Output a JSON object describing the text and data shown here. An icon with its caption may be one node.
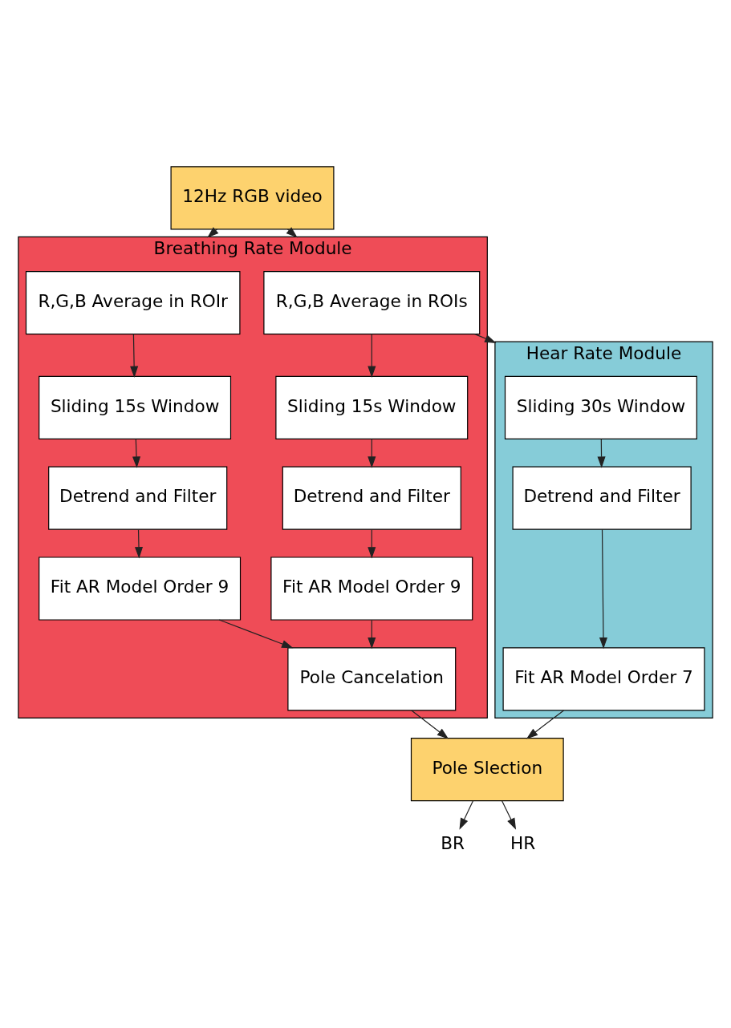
{
  "diagram": {
    "nodes": [
      {
        "text": [
          "12Hz RGB video"
        ]
      },
      {
        "text": [
          "Breathing Rate Module"
        ]
      },
      {
        "text": [
          "R,G,B Average in ROIs"
        ],
        "in": 1
      },
      {
        "text": [
          "R,G,B Average in ROIr"
        ],
        "in": 1
      },
      {
        "text": [
          "Sliding 15s Window"
        ],
        "in": 1
      },
      {
        "text": [
          "Sliding 15s Window"
        ],
        "in": 1
      },
      {
        "text": [
          "Detrend and Filter"
        ],
        "in": 1
      },
      {
        "text": [
          "Detrend and Filter"
        ],
        "in": 1
      },
      {
        "text": [
          "Fit AR Model Order 9"
        ],
        "in": 1
      },
      {
        "text": [
          "Fit AR Model Order 9"
        ],
        "in": 1
      },
      {
        "text": [
          "Pole Cancelation"
        ],
        "in": 1
      },
      {
        "text": [
          "Hear Rate Module"
        ]
      },
      {
        "text": [
          "Sliding 30s Window"
        ],
        "in": 11
      },
      {
        "text": [
          "Detrend and Filter"
        ],
        "in": 11
      },
      {
        "text": [
          "Fit AR Model Order 7"
        ],
        "in": 11
      },
      {
        "text": [
          "Pole Slection"
        ]
      },
      {
        "text": [
          "BR"
        ]
      },
      {
        "text": [
          "HR"
        ]
      }
    ],
    "edges": [
      {
        "from": 0,
        "to": 1,
        "arrow": "to"
      },
      {
        "from": 0,
        "to": 1,
        "arrow": "to"
      },
      {
        "from": 2,
        "to": 11,
        "arrow": "to"
      },
      {
        "from": 2,
        "to": 4,
        "arrow": "to"
      },
      {
        "from": 3,
        "to": 5,
        "arrow": "to"
      },
      {
        "from": 4,
        "to": 6,
        "arrow": "to"
      },
      {
        "from": 5,
        "to": 7,
        "arrow": "to"
      },
      {
        "from": 6,
        "to": 8,
        "arrow": "to"
      },
      {
        "from": 7,
        "to": 9,
        "arrow": "to"
      },
      {
        "from": 8,
        "to": 10,
        "arrow": "to"
      },
      {
        "from": 9,
        "to": 10,
        "arrow": "to"
      },
      {
        "from": 12,
        "to": 13,
        "arrow": "to"
      },
      {
        "from": 13,
        "to": 14,
        "arrow": "to"
      },
      {
        "from": 14,
        "to": 15,
        "arrow": "to"
      },
      {
        "from": 10,
        "to": 15,
        "arrow": "to"
      },
      {
        "from": 15,
        "to": 16,
        "arrow": "to"
      },
      {
        "from": 15,
        "to": 17,
        "arrow": "to"
      }
    ]
  }
}
